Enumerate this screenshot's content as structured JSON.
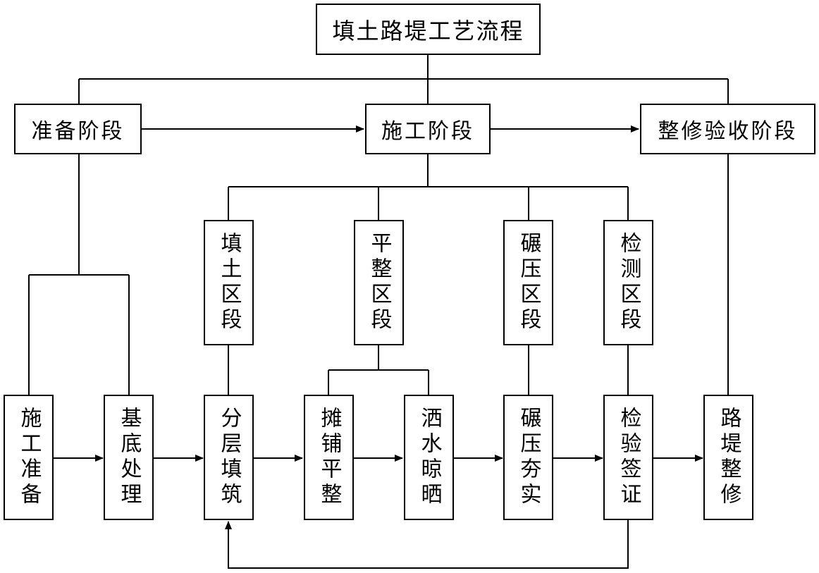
{
  "title": "填土路堤工艺流程",
  "phases": {
    "prep": "准备阶段",
    "construction": "施工阶段",
    "acceptance": "整修验收阶段"
  },
  "sections": {
    "fill": "填土区段",
    "level": "平整区段",
    "compact": "碾压区段",
    "test": "检测区段"
  },
  "steps": {
    "s1": "施工准备",
    "s2": "基底处理",
    "s3": "分层填筑",
    "s4": "摊铺平整",
    "s5": "洒水晾晒",
    "s6": "碾压夯实",
    "s7": "检验签证",
    "s8": "路堤整修"
  }
}
